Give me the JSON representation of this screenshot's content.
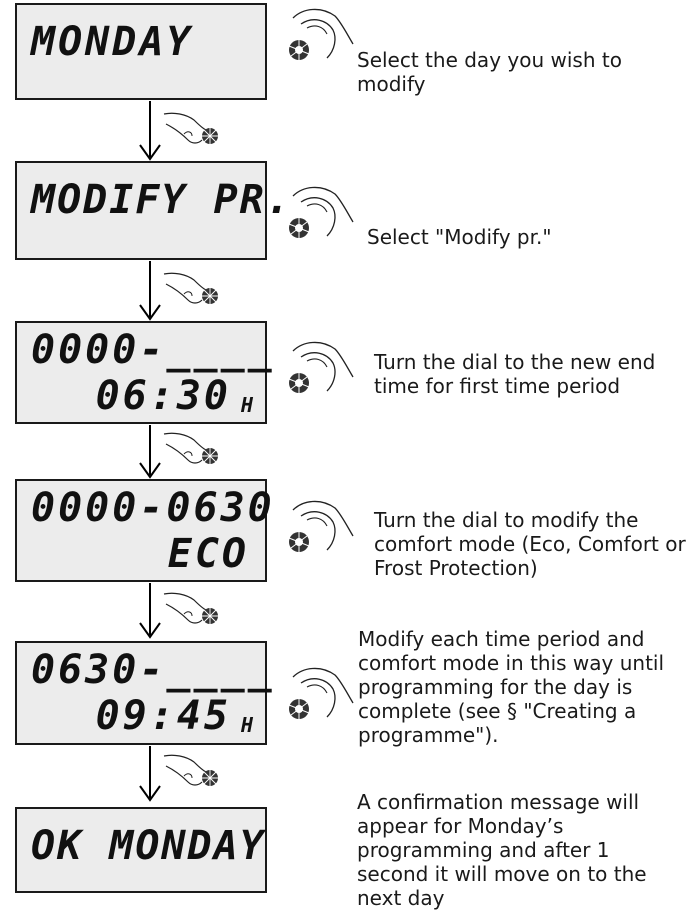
{
  "steps": [
    {
      "line1": "MONDAY",
      "line2": "",
      "unit": "",
      "instruction": "Select the day you wish to modify"
    },
    {
      "line1": "MODIFY PR.",
      "line2": "",
      "unit": "",
      "instruction": "Select \"Modify pr.\""
    },
    {
      "line1": "0000-____",
      "line2": "06:30",
      "unit": "H",
      "instruction": "Turn the dial to the new end time for first time period"
    },
    {
      "line1": "0000-0630",
      "line2": "ECO",
      "unit": "",
      "instruction": "Turn the dial to modify the comfort mode (Eco, Comfort or Frost Protection)"
    },
    {
      "line1": "0630-____",
      "line2": "09:45",
      "unit": "H",
      "instruction": "Modify each time period and comfort mode in this way until programming for the day is complete (see § \"Creating a programme\")."
    },
    {
      "line1": "OK MONDAY",
      "line2": "",
      "unit": "",
      "instruction": "A confirmation message will appear for Monday’s programming and after 1 second it will move on to the next day"
    }
  ],
  "icons": {
    "dial_hand": "hand-turning-dial-icon",
    "press_hand": "hand-pressing-dial-icon",
    "arrow": "arrow-down-icon"
  }
}
